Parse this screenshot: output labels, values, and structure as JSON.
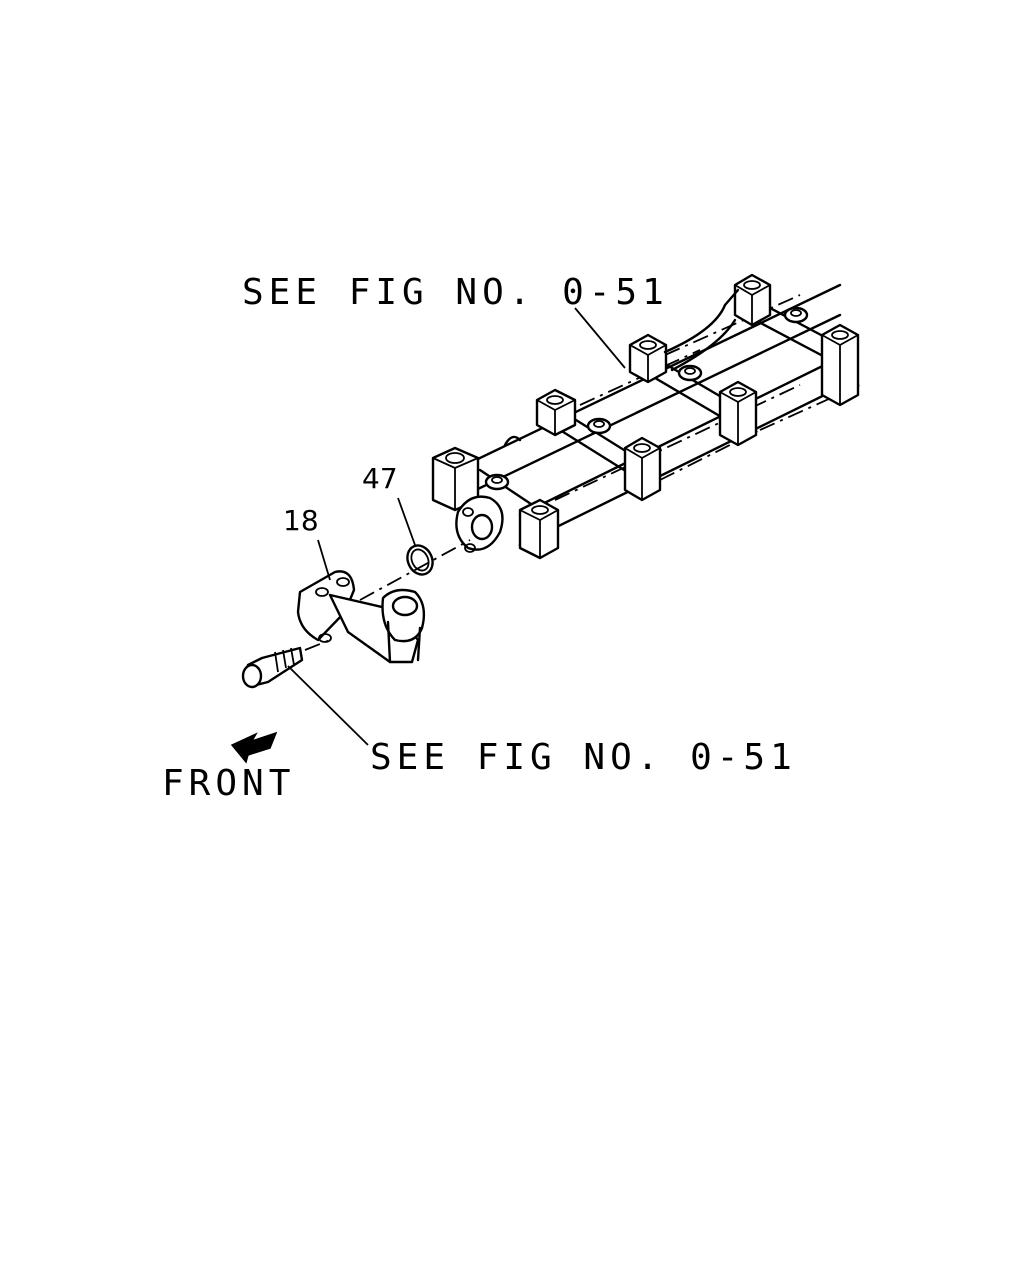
{
  "labels": {
    "ref_top": "SEE FIG NO. 0-51",
    "ref_bottom": "SEE FIG NO. 0-51",
    "front": "FRONT"
  },
  "callouts": {
    "part_18": "18",
    "part_47": "47"
  },
  "icons": {
    "front_arrow": "arrow-icon"
  }
}
